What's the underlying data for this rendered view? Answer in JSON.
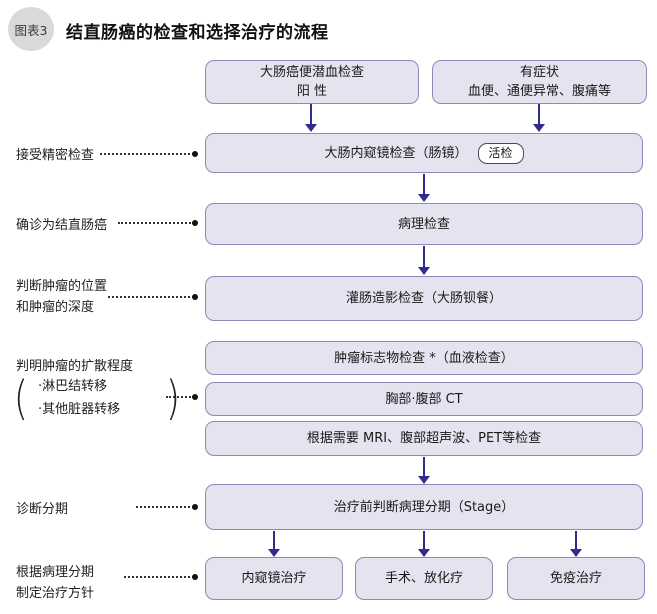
{
  "header": {
    "badge": "图表3",
    "title": "结直肠癌的检查和选择治疗的流程"
  },
  "colors": {
    "box_fill": "#e4e3ef",
    "box_border": "#8e8ab8",
    "arrow": "#312b8e",
    "leader": "#333333",
    "badge_bg": "#d9d9d9"
  },
  "flow": {
    "screening": {
      "line1": "大肠癌便潜血检查",
      "line2": "阳 性"
    },
    "symptoms": {
      "line1": "有症状",
      "line2": "血便、通便异常、腹痛等"
    },
    "endoscopy": {
      "label": "大肠内窥镜检查（肠镜）",
      "tag": "活检"
    },
    "pathology": "病理检查",
    "barium": "灌肠造影检查（大肠钡餐）",
    "tumor_marker": "肿瘤标志物检查 *（血液检查）",
    "ct": "胸部·腹部 CT",
    "mri": "根据需要 MRI、腹部超声波、PET等检查",
    "stage": "治疗前判断病理分期（Stage）",
    "treatments": [
      "内窥镜治疗",
      "手术、放化疗",
      "免疫治疗"
    ]
  },
  "side_labels": {
    "detailed_exam": "接受精密检查",
    "confirm": "确诊为结直肠癌",
    "position1": "判断肿瘤的位置",
    "position2": "和肿瘤的深度",
    "spread_title": "判明肿瘤的扩散程度",
    "spread_item1": "·淋巴结转移",
    "spread_item2": "·其他脏器转移",
    "staging": "诊断分期",
    "policy1": "根据病理分期",
    "policy2": "制定治疗方针"
  },
  "glyphs": {
    "open_paren": "(",
    "close_paren": ")"
  }
}
